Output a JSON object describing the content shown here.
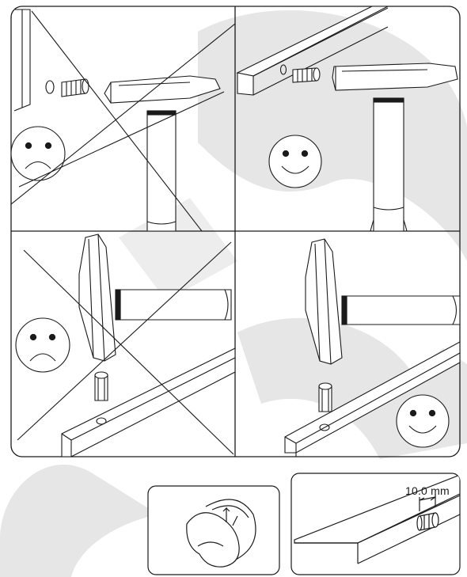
{
  "figure": {
    "panels": [
      {
        "id": "panel-1",
        "verdict": "wrong",
        "face": "sad"
      },
      {
        "id": "panel-2",
        "verdict": "correct",
        "face": "happy"
      },
      {
        "id": "panel-3",
        "verdict": "wrong",
        "face": "sad"
      },
      {
        "id": "panel-4",
        "verdict": "correct",
        "face": "happy"
      }
    ],
    "dimension_label": "10.0 mm",
    "watermark_color": "#e6e6e6",
    "line_color": "#1a1a1a"
  }
}
